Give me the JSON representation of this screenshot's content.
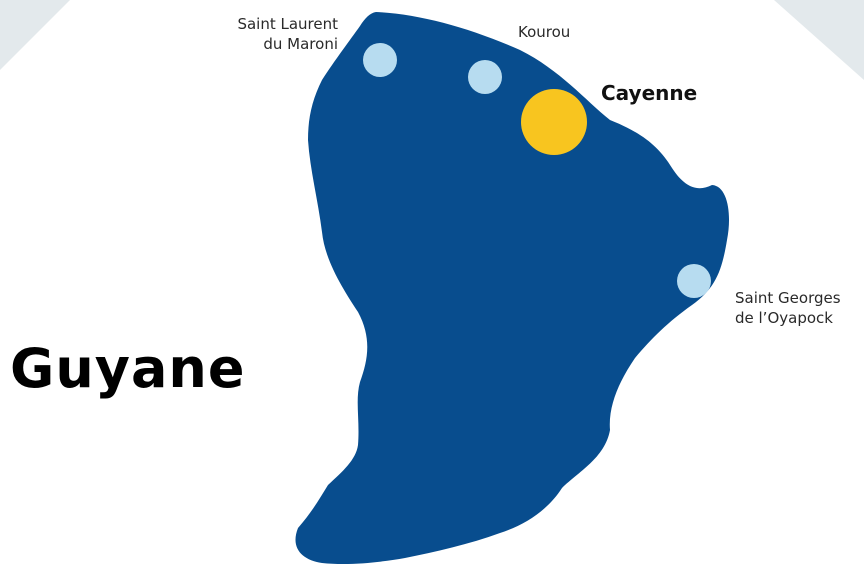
{
  "region": {
    "title": "Guyane",
    "fill_color": "#084d8e"
  },
  "cities": [
    {
      "id": "saint-laurent",
      "lines": [
        "Saint Laurent",
        "du Maroni"
      ],
      "marker_color": "#b7dcf0",
      "highlight": false
    },
    {
      "id": "kourou",
      "lines": [
        "Kourou"
      ],
      "marker_color": "#b7dcf0",
      "highlight": false
    },
    {
      "id": "cayenne",
      "lines": [
        "Cayenne"
      ],
      "marker_color": "#f8c51f",
      "highlight": true
    },
    {
      "id": "saint-georges",
      "lines": [
        "Saint Georges",
        "de l’Oyapock"
      ],
      "marker_color": "#b7dcf0",
      "highlight": false
    }
  ],
  "colors": {
    "background": "#ffffff",
    "corner_shade": "#e3e9ec"
  }
}
